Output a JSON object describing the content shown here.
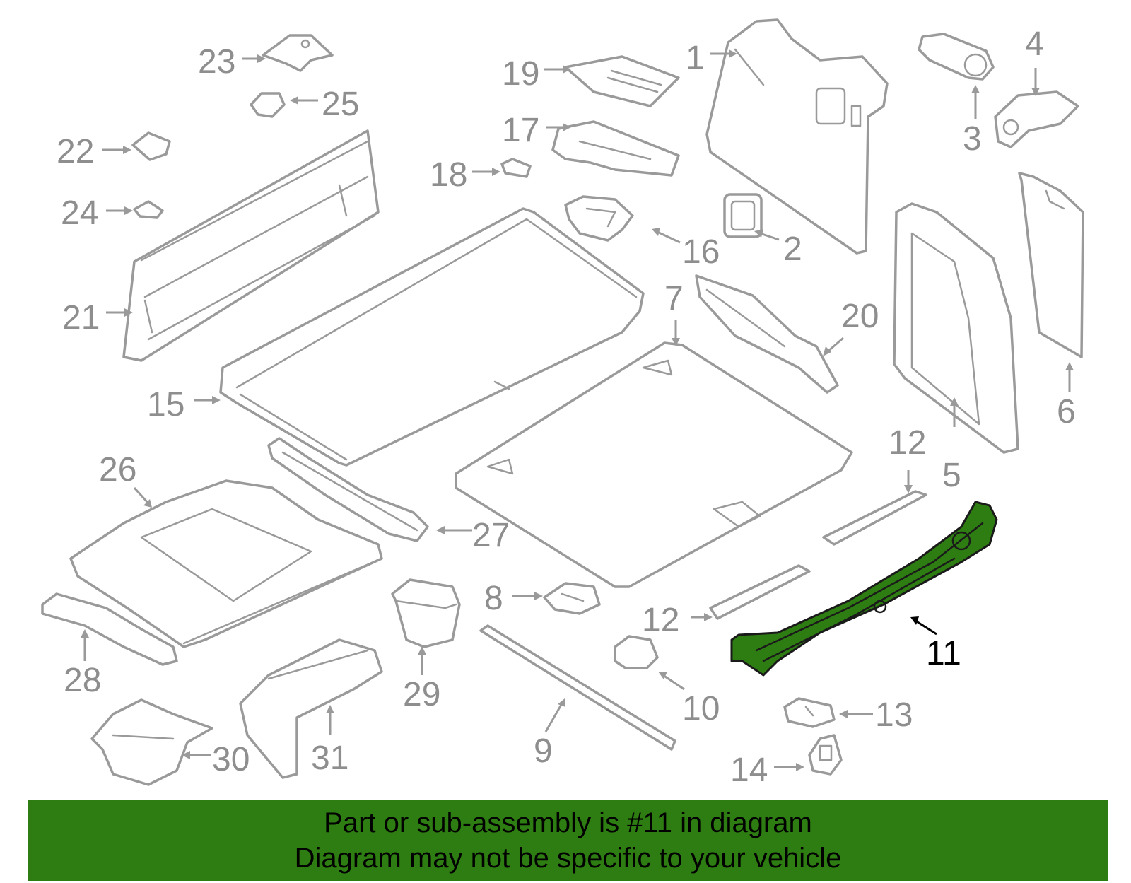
{
  "callouts": {
    "c1": "1",
    "c2": "2",
    "c3": "3",
    "c4": "4",
    "c5": "5",
    "c6": "6",
    "c7": "7",
    "c8": "8",
    "c9": "9",
    "c10": "10",
    "c11": "11",
    "c12a": "12",
    "c12b": "12",
    "c13": "13",
    "c14": "14",
    "c15": "15",
    "c16": "16",
    "c17": "17",
    "c18": "18",
    "c19": "19",
    "c20": "20",
    "c21": "21",
    "c22": "22",
    "c23": "23",
    "c24": "24",
    "c25": "25",
    "c26": "26",
    "c27": "27",
    "c28": "28",
    "c29": "29",
    "c30": "30",
    "c31": "31"
  },
  "highlight": {
    "part_number": "11",
    "color": "#2e7d12"
  },
  "banner": {
    "line1": "Part or sub-assembly is #11 in diagram",
    "line2": "Diagram may not be specific to your vehicle"
  }
}
